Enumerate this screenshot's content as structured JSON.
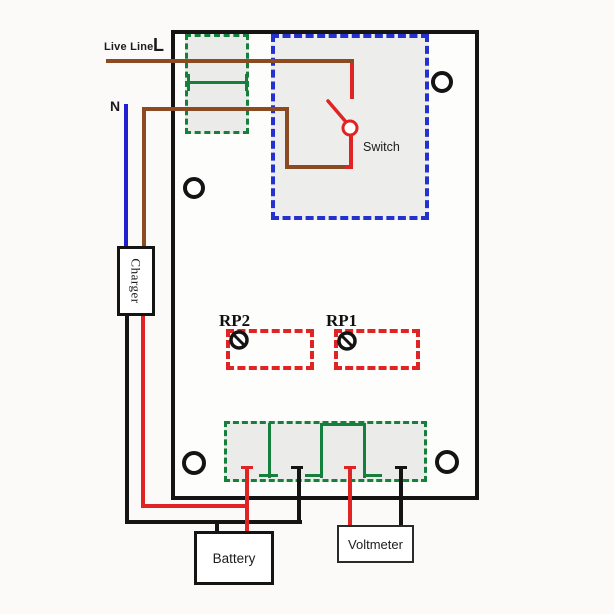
{
  "diagram": {
    "type": "battery-charger wiring diagram",
    "labels": {
      "live_line": "Live Line",
      "live_letter": "L",
      "neutral_letter": "N",
      "switch": "Switch",
      "charger": "Charger",
      "rp2": "RP2",
      "rp1": "RP1",
      "battery": "Battery",
      "voltmeter": "Voltmeter"
    },
    "colors": {
      "live_wire_brown": "#8b4a21",
      "positive_wire_red": "#e02424",
      "neutral_wire_blue": "#2020cf",
      "negative_wire_black": "#141414",
      "terminal_block_green": "#157f3c",
      "switch_zone_blue": "#2431cf",
      "trimmer_zone_red": "#e02424",
      "board_outline_black": "#141414"
    },
    "icons": {
      "screw_rp2": "adjust-screw-icon",
      "screw_rp1": "adjust-screw-icon",
      "mounting_holes_count": 4,
      "switch_symbol": "open-switch-icon"
    }
  }
}
